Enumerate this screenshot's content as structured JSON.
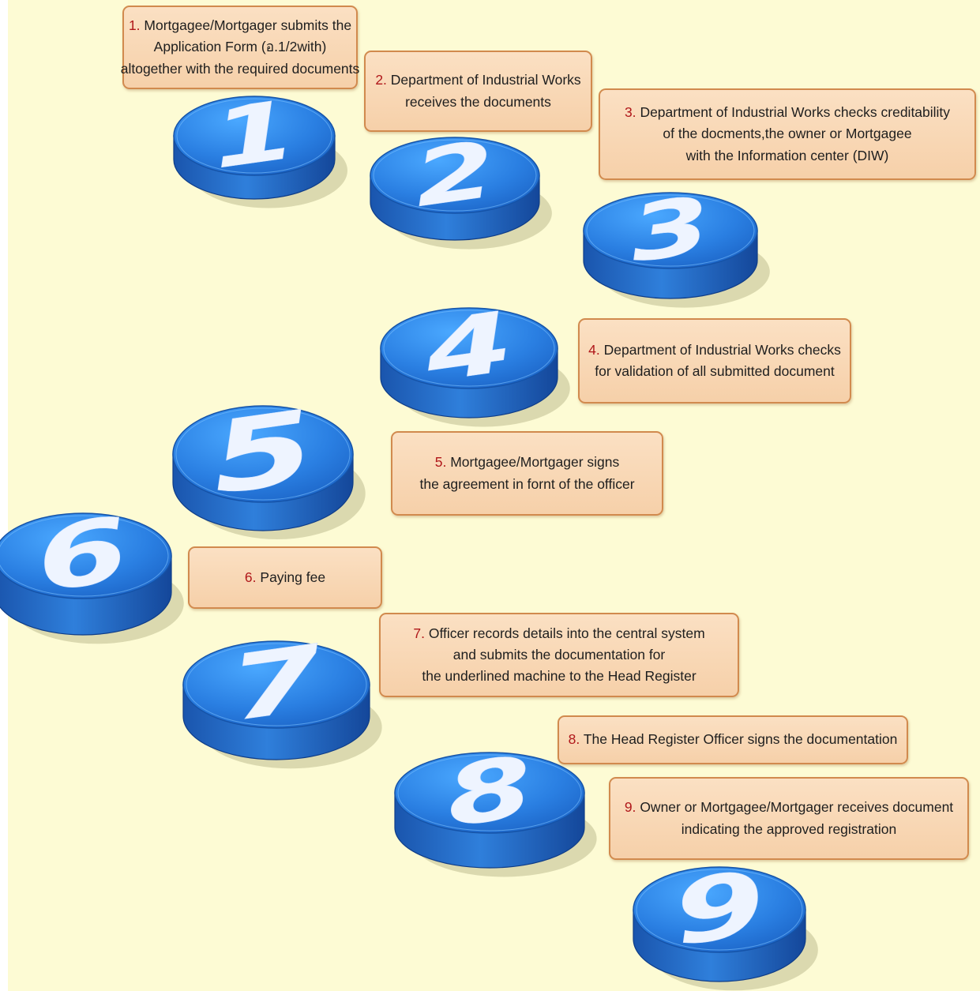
{
  "steps": [
    {
      "number": "1",
      "marker": "1.",
      "lines": [
        "Mortgagee/Mortgager submits the",
        "Application Form (อ.1/2with)",
        "altogether with the required documents"
      ]
    },
    {
      "number": "2",
      "marker": "2.",
      "lines": [
        "Department of Industrial Works",
        "receives the documents"
      ]
    },
    {
      "number": "3",
      "marker": "3.",
      "lines": [
        "Department of Industrial Works checks creditability",
        "of the docments,the owner or Mortgagee",
        "with the Information center (DIW)"
      ]
    },
    {
      "number": "4",
      "marker": "4.",
      "lines": [
        "Department of Industrial Works checks",
        "for validation of all submitted document"
      ]
    },
    {
      "number": "5",
      "marker": "5.",
      "lines": [
        "Mortgagee/Mortgager signs",
        "the agreement in fornt of the officer"
      ]
    },
    {
      "number": "6",
      "marker": "6.",
      "lines": [
        "Paying fee"
      ]
    },
    {
      "number": "7",
      "marker": "7.",
      "lines": [
        "Officer records details into the central system",
        "and submits the documentation for",
        "the underlined machine to the Head Register"
      ]
    },
    {
      "number": "8",
      "marker": "8.",
      "lines": [
        "The Head Register Officer signs the documentation"
      ]
    },
    {
      "number": "9",
      "marker": "9.",
      "lines": [
        "Owner or Mortgagee/Mortgager receives document",
        "indicating the approved registration"
      ]
    }
  ],
  "colors": {
    "background": "#fdfbd4",
    "box_fill": "#f8d6b2",
    "box_border": "#d18a4e",
    "step_marker": "#b0171a",
    "disc_top": "#2f86e6",
    "disc_side": "#1a5bb8",
    "disc_numeral": "#eef4ff"
  }
}
